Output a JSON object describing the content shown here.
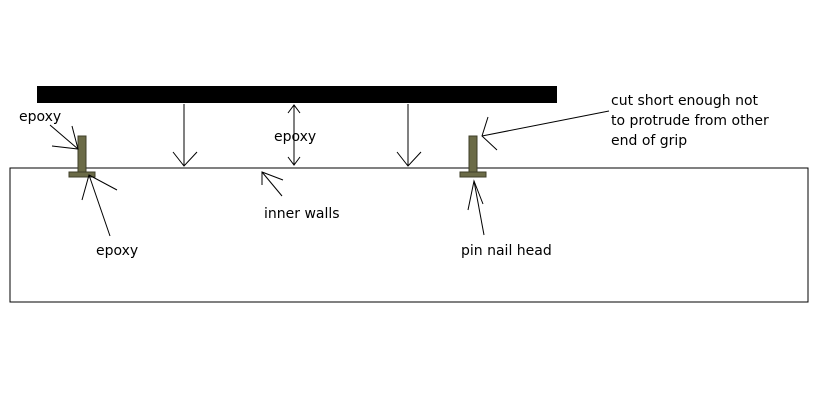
{
  "labels": {
    "epoxy_top_left": "epoxy",
    "epoxy_center": "epoxy",
    "epoxy_bottom": "epoxy",
    "inner_walls": "inner walls",
    "pin_nail_head": "pin nail head",
    "cut_short_line1": "cut short enough not",
    "cut_short_line2": "to protrude from other",
    "cut_short_line3": "end of grip"
  },
  "colors": {
    "plate": "#000000",
    "pin": "#6b6b47",
    "pin_outline": "#3f3f28",
    "grip_outline": "#000000",
    "background": "#ffffff"
  }
}
